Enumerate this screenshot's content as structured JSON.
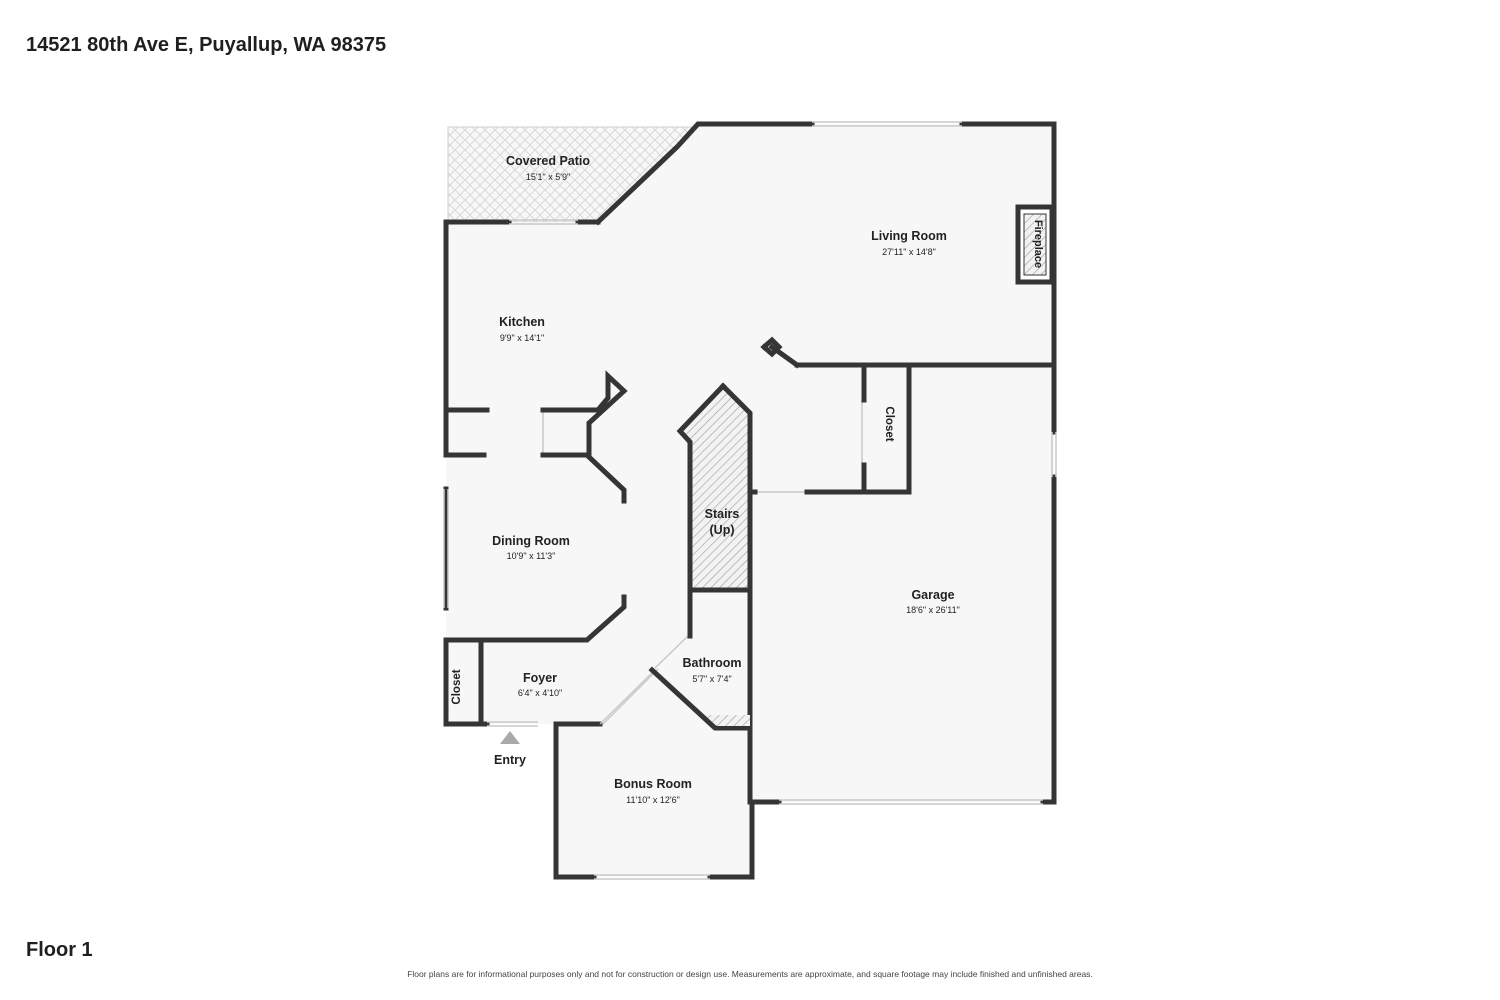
{
  "header": {
    "address": "14521 80th Ave E, Puyallup, WA 98375"
  },
  "footer": {
    "floor": "Floor 1",
    "disclaimer": "Floor plans are for informational purposes only and not for construction or design use. Measurements are approximate, and square footage may include finished and unfinished areas."
  },
  "rooms": {
    "covered_patio": {
      "name": "Covered Patio",
      "dims": "15'1\" x 5'9\""
    },
    "living_room": {
      "name": "Living Room",
      "dims": "27'11\" x 14'8\""
    },
    "fireplace": {
      "name": "Fireplace"
    },
    "kitchen": {
      "name": "Kitchen",
      "dims": "9'9\" x 14'1\""
    },
    "closet_upper": {
      "name": "Closet"
    },
    "stairs": {
      "line1": "Stairs",
      "line2": "(Up)"
    },
    "dining_room": {
      "name": "Dining Room",
      "dims": "10'9\" x 11'3\""
    },
    "garage": {
      "name": "Garage",
      "dims": "18'6\" x 26'11\""
    },
    "bathroom": {
      "name": "Bathroom",
      "dims": "5'7\" x 7'4\""
    },
    "foyer": {
      "name": "Foyer",
      "dims": "6'4\" x 4'10\""
    },
    "closet_lower": {
      "name": "Closet"
    },
    "entry": {
      "name": "Entry"
    },
    "bonus_room": {
      "name": "Bonus Room",
      "dims": "11'10\" x 12'6\""
    }
  },
  "colors": {
    "wall": "#353535",
    "floor": "#f7f7f7",
    "hatch": "#9a9a9a"
  }
}
